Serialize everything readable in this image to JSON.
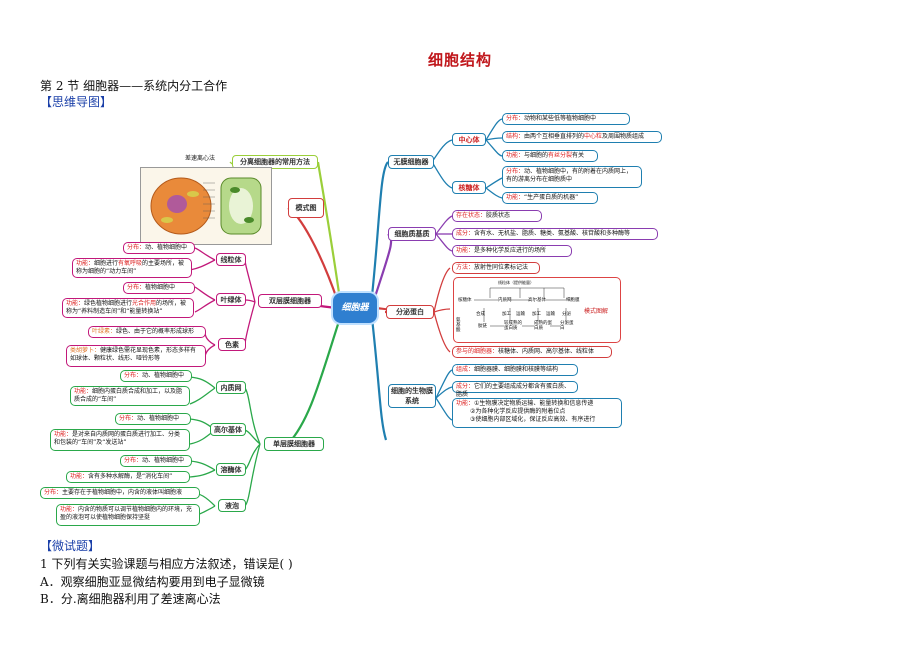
{
  "title": "细胞结构",
  "subtitle": "第 2 节  细胞器——系统内分工合作",
  "mindmap_heading": "【思维导图】",
  "center": "细胞器",
  "left": {
    "separation": "分离细胞器的常用方法",
    "separation_method": "差速离心法",
    "model": "模式图",
    "double": "双层膜细胞器",
    "mito": "线粒体",
    "mito_dist_label": "分布：",
    "mito_dist": "动、植物细胞中",
    "mito_func_label": "功能：",
    "mito_func_a": "细胞进行",
    "mito_func_b": "有氧呼吸",
    "mito_func_c": "的主要场所，被称为细胞的“动力车间”",
    "chloro": "叶绿体",
    "chloro_dist_label": "分布：",
    "chloro_dist": "植物细胞中",
    "chloro_func_label": "功能：",
    "chloro_func_a": "绿色植物细胞进行",
    "chloro_func_b": "光合作用",
    "chloro_func_c": "的场所，被称为“养料制造车间”和“能量转换站”",
    "pigment": "色素",
    "pigment_box_label": "叶绿素：",
    "pigment_box_text": "绿色、由于它的概率形成球形",
    "pigment2_label": "类胡萝卜：",
    "pigment2_text": "健康绿色需花显现色素，形态多样有如球体、颗粒状、线形、哑铃形等",
    "single": "单层膜细胞器",
    "er": "内质网",
    "er_dist_label": "分布：",
    "er_dist": "动、植物细胞中",
    "er_func_label": "功能：",
    "er_func": "细胞内蛋白质合成和加工，以及脂质合成的“车间”",
    "golgi": "高尔基体",
    "golgi_dist_label": "分布：",
    "golgi_dist": "动、植物细胞中",
    "golgi_func_label": "功能：",
    "golgi_func": "是对来自内质网的蛋白质进行加工、分类和包装的“车间”及“发送站”",
    "lyso": "溶酶体",
    "lyso_dist_label": "分布：",
    "lyso_dist": "动、植物细胞中",
    "lyso_func_label": "功能：",
    "lyso_func": "含有多种水解酶，是“消化车间”",
    "vac": "液泡",
    "vac_dist_label": "分布：",
    "vac_dist": "主要存在于植物细胞中，内含的液体叫细胞液",
    "vac_func_label": "功能：",
    "vac_func": "内含的物质可以调节植物细胞内的环境，充盈的液泡可以使植物细胞保持坚挺"
  },
  "right": {
    "nonmem": "无膜细胞器",
    "centro": "中心体",
    "centro_dist_label": "分布：",
    "centro_dist": "动物和某些低等植物细胞中",
    "centro_struct_label": "结构：",
    "centro_struct_a": "由两个互相垂直排列的",
    "centro_struct_b": "中心粒",
    "centro_struct_c": "及周围物质组成",
    "centro_func_label": "功能：",
    "centro_func_a": "与细胞的",
    "centro_func_b": "有丝分裂",
    "centro_func_c": "有关",
    "ribo": "核糖体",
    "ribo_dist_label": "分布：",
    "ribo_dist": "动、植物细胞中，有的附着在内质网上，有的游离分布在细胞质中",
    "ribo_func_label": "功能：",
    "ribo_func": "“生产蛋白质的机器”",
    "cytosol": "细胞质基质",
    "cyto_state_label": "存在状态：",
    "cyto_state": "胶质状态",
    "cyto_comp_label": "成分：",
    "cyto_comp": "含有水、无机盐、脂质、糖类、氨基酸、核苷酸和多种酶等",
    "cyto_func_label": "功能：",
    "cyto_func": "是多种化学反应进行的场所",
    "secretory": "分泌蛋白",
    "method_label": "方法：",
    "method": "放射性同位素标记法",
    "diagram_label": "模式图解",
    "organelles_label": "参与的细胞器：",
    "organelles": "核糖体、内质网、高尔基体、线粒体",
    "biomem": "细胞的生物膜系统",
    "bm_comp_label": "组成：",
    "bm_comp": "细胞器膜、细胞膜和核膜等结构",
    "bm_ing_label": "成分：",
    "bm_ing": "它们的主要组成成分都含有蛋白质、脂质",
    "bm_func_label": "功能：",
    "bm_func1": "①生物膜决定物质运输、能量转换和信息传递",
    "bm_func2": "②为各种化学反应提供酶的附着位点",
    "bm_func3": "③使细胞内部区域化，保证反应高效、有序进行"
  },
  "diagram_nodes": {
    "top": "线粒体（提供能量）",
    "n1": "核糖体",
    "n2": "内质网",
    "n3": "高尔基体",
    "n4": "细胞膜",
    "a1": "合成",
    "a2": "加工",
    "a3": "运输",
    "a4": "加工",
    "a5": "运输",
    "a6": "分泌",
    "b1": "肽链",
    "b2": "较成熟的蛋白质",
    "b3": "成熟的蛋白质",
    "b4": "分泌蛋白",
    "side": "氨基酸"
  },
  "exercise_heading": "【微试题】",
  "q1": "1  下列有关实验课题与相应方法叙述，错误是(      )",
  "qa": "A．观察细胞亚显微结构要用到电子显微镜",
  "qb": "B．分.离细胞器利用了差速离心法"
}
